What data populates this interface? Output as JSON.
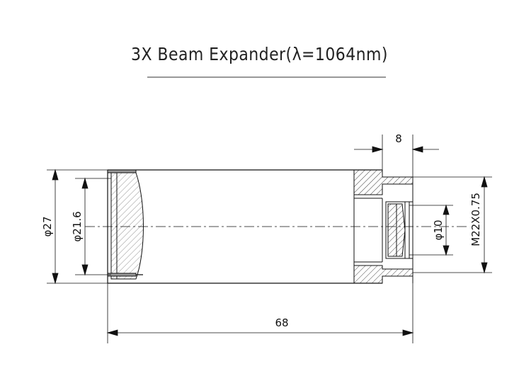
{
  "title": "3X   Beam  Expander(λ=1064nm)",
  "dimensions": {
    "outer_diameter": "φ27",
    "lens_diameter": "φ21.6",
    "aperture_diameter": "φ10",
    "thread": "M22X0.75",
    "thread_length": "8",
    "total_length": "68"
  },
  "colors": {
    "line": "#111111",
    "hatch": "#444444"
  }
}
